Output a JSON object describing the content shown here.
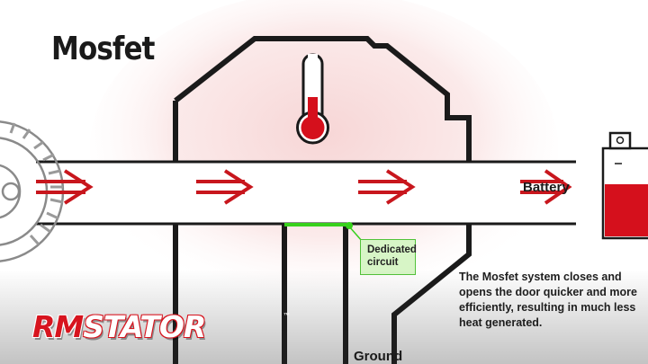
{
  "title": "Mosfet",
  "battery_label": "Battery",
  "callout": [
    "Dedicated",
    "circuit"
  ],
  "note": "The Mosfet system closes and opens the door quicker and more efficiently, resulting in much less heat generated.",
  "ground_label": "Ground",
  "logo": {
    "part1": "RM",
    "part2": "STATOR",
    "tm": "™"
  },
  "colors": {
    "arrow": "#c8161d",
    "outline": "#1a1a1a",
    "circuit": "#37d11c",
    "battery_fill": "#d5101c",
    "thermometer_fill": "#d5101c"
  },
  "icons": [
    "stator-icon",
    "thermometer-icon",
    "battery-icon",
    "arrow-right-icon"
  ],
  "levels": {
    "thermometer_fill_fraction": 0.33,
    "battery_fill_fraction": 0.62
  }
}
